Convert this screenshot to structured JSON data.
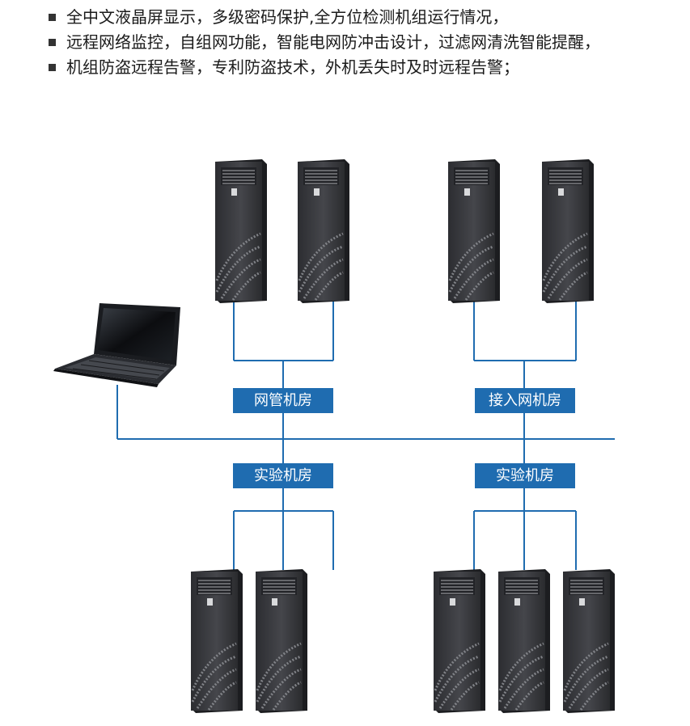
{
  "bullets": [
    {
      "text": "全中文液晶屏显示，多级密码保护,全方位检测机组运行情况，"
    },
    {
      "text": "远程网络监控，自组网功能，智能电网防冲击设计，过滤网清洗智能提醒，"
    },
    {
      "text": "机组防盗远程告警，专利防盗技术，外机丢失时及时远程告警；"
    }
  ],
  "labels": {
    "room_network_mgmt": "网管机房",
    "room_access": "接入网机房",
    "room_lab_left": "实验机房",
    "room_lab_right": "实验机房"
  },
  "colors": {
    "line": "#1f6cb0",
    "label_bg": "#1f6cb0",
    "cabinet": "#3b3c40"
  },
  "icons": {
    "laptop": "laptop-icon",
    "cabinet": "air-conditioner-cabinet-icon"
  }
}
